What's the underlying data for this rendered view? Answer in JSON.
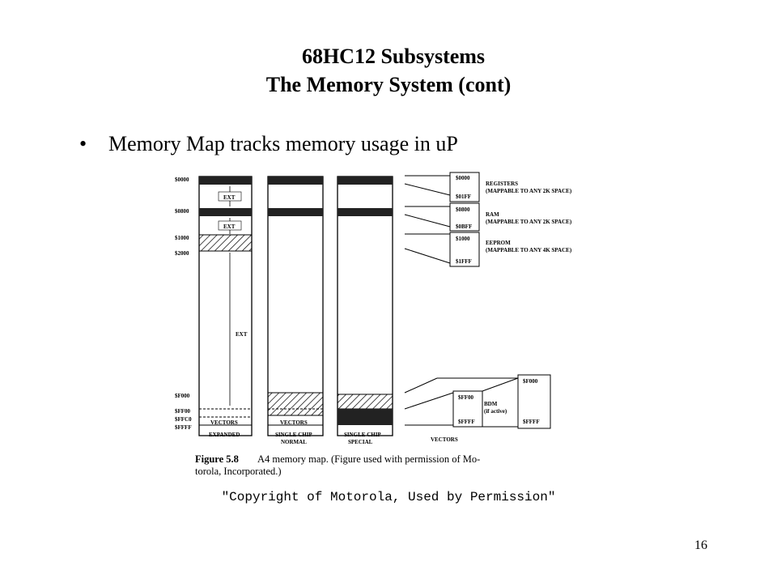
{
  "slide": {
    "title_line1": "68HC12 Subsystems",
    "title_line2": "The Memory System (cont)",
    "bullet_marker": "•",
    "bullet": "Memory Map tracks memory usage in uP",
    "copyright": "\"Copyright of Motorola, Used by Permission\"",
    "page_number": "16"
  },
  "figure": {
    "left_addresses": {
      "a0000": "$0000",
      "a0800": "$0800",
      "a1000": "$1000",
      "a2000": "$2000",
      "aF000": "$F000",
      "aFF00": "$FF00",
      "aFFC0": "$FFC0",
      "aFFFF": "$FFFF"
    },
    "ext_labels": [
      "EXT",
      "EXT",
      "EXT"
    ],
    "vectors_label": "VECTORS",
    "columns": [
      "EXPANDED",
      "SINGLE CHIP",
      "NORMAL",
      "SINGLE CHIP",
      "SPECIAL",
      "VECTORS"
    ],
    "registers": {
      "start": "$0000",
      "end": "$01FF",
      "name": "REGISTERS",
      "note": "(MAPPABLE TO ANY 2K SPACE)"
    },
    "ram": {
      "start": "$0800",
      "end": "$0BFF",
      "name": "RAM",
      "note": "(MAPPABLE TO ANY 2K SPACE)"
    },
    "eeprom": {
      "start": "$1000",
      "end": "$1FFF",
      "name": "EEPROM",
      "note": "(MAPPABLE TO ANY 4K SPACE)"
    },
    "bdm": {
      "start": "$FF00",
      "end": "$FFFF",
      "name": "BDM",
      "note": "(if active)"
    },
    "vector_space": {
      "start": "$F000",
      "end": "$FFFF"
    },
    "caption_label": "Figure 5.8",
    "caption_line1": "A4 memory map. (Figure used with permission of Mo-",
    "caption_line2": "torola, Incorporated.)"
  }
}
